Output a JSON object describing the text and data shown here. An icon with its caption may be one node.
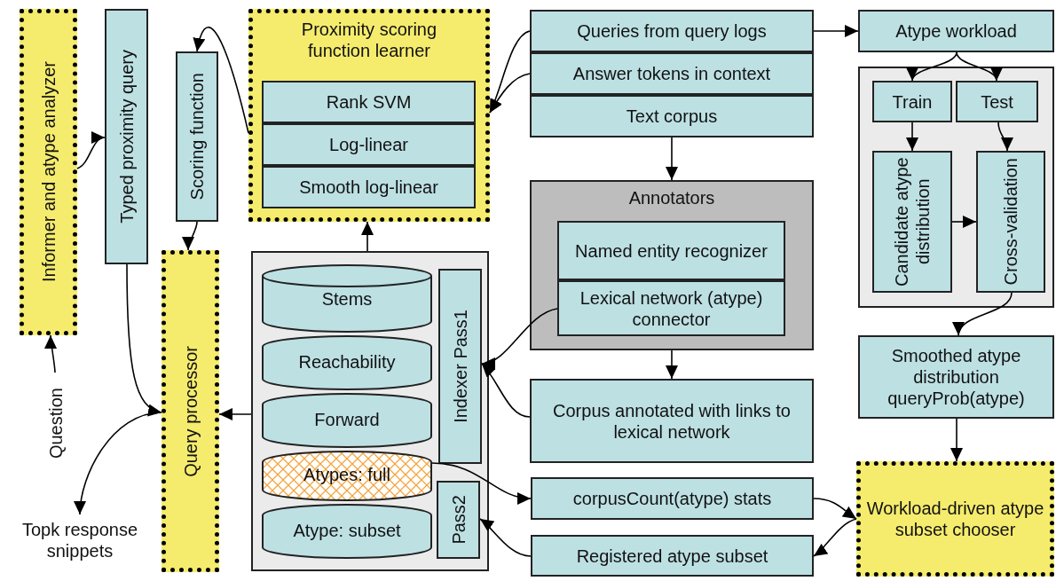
{
  "diagram": {
    "nodes": [
      {
        "text": [
          "Informer and atype analyzer"
        ]
      },
      {
        "text": [
          "Typed proximity query"
        ]
      },
      {
        "text": [
          "Scoring function"
        ]
      },
      {
        "text": [
          "Proximity scoring function learner"
        ]
      },
      {
        "text": [
          "Rank SVM"
        ],
        "in": 3
      },
      {
        "text": [
          "Log-linear"
        ],
        "in": 3
      },
      {
        "text": [
          "Smooth log-linear"
        ],
        "in": 3
      },
      {
        "text": [
          "Query processor"
        ]
      },
      {
        "text": [],
        "shape": "box"
      },
      {
        "text": [
          "Stems"
        ],
        "in": 8
      },
      {
        "text": [
          "Reachability"
        ],
        "in": 8
      },
      {
        "text": [
          "Forward"
        ],
        "in": 8
      },
      {
        "text": [
          "Atypes: full"
        ],
        "in": 8
      },
      {
        "text": [
          "Atype: subset"
        ],
        "in": 8
      },
      {
        "text": [
          "Indexer Pass1"
        ],
        "in": 8
      },
      {
        "text": [
          "Pass2"
        ],
        "in": 8
      },
      {
        "text": [
          "Queries from query logs"
        ]
      },
      {
        "text": [
          "Answer tokens in context"
        ]
      },
      {
        "text": [
          "Text corpus"
        ]
      },
      {
        "text": [
          "Annotators"
        ]
      },
      {
        "text": [
          "Named entity recognizer"
        ],
        "in": 19
      },
      {
        "text": [
          "Lexical network (atype) connector"
        ],
        "in": 19
      },
      {
        "text": [
          "Corpus annotated with links to lexical network"
        ]
      },
      {
        "text": [
          "corpusCount(atype) stats"
        ]
      },
      {
        "text": [
          "Registered atype subset"
        ]
      },
      {
        "text": [
          "Atype workload"
        ]
      },
      {
        "text": [],
        "shape": "box"
      },
      {
        "text": [
          "Train"
        ],
        "in": 26
      },
      {
        "text": [
          "Test"
        ],
        "in": 26
      },
      {
        "text": [
          "Candidate atype distribution"
        ],
        "in": 26
      },
      {
        "text": [
          "Cross-validation"
        ],
        "in": 26
      },
      {
        "text": [
          "Smoothed atype distribution queryProb(atype)"
        ]
      },
      {
        "text": [
          "Workload-driven atype subset chooser"
        ]
      },
      {
        "text": [
          "Question"
        ]
      },
      {
        "text": [
          "Topk response snippets"
        ]
      }
    ],
    "edges": [
      {
        "from": 0,
        "to": 1,
        "arrow": "to"
      },
      {
        "from": 3,
        "to": 2,
        "arrow": "to"
      },
      {
        "from": 2,
        "to": 7,
        "arrow": "to"
      },
      {
        "from": 1,
        "to": 7,
        "arrow": "to"
      },
      {
        "from": 7,
        "to": 34,
        "arrow": "to"
      },
      {
        "from": 33,
        "to": 0,
        "arrow": "to"
      },
      {
        "from": 8,
        "to": 7,
        "arrow": "to"
      },
      {
        "from": 8,
        "to": 3,
        "arrow": "to"
      },
      {
        "from": 16,
        "to": 3,
        "arrow": "to"
      },
      {
        "from": 17,
        "to": 3,
        "arrow": "to"
      },
      {
        "from": 16,
        "to": 25,
        "arrow": "to"
      },
      {
        "from": 18,
        "to": 19,
        "arrow": "to"
      },
      {
        "from": 19,
        "to": 22,
        "arrow": "to"
      },
      {
        "from": 21,
        "to": 14,
        "arrow": "to"
      },
      {
        "from": 22,
        "to": 14,
        "arrow": "to"
      },
      {
        "from": 12,
        "to": 23,
        "arrow": "to"
      },
      {
        "from": 24,
        "to": 15,
        "arrow": "to"
      },
      {
        "from": 23,
        "to": 32,
        "arrow": "to"
      },
      {
        "from": 32,
        "to": 24,
        "arrow": "to"
      },
      {
        "from": 25,
        "to": 27,
        "arrow": "to"
      },
      {
        "from": 25,
        "to": 28,
        "arrow": "to"
      },
      {
        "from": 27,
        "to": 29,
        "arrow": "to"
      },
      {
        "from": 28,
        "to": 30,
        "arrow": "to"
      },
      {
        "from": 29,
        "to": 30,
        "arrow": "to"
      },
      {
        "from": 30,
        "to": 31,
        "arrow": "to"
      },
      {
        "from": 31,
        "to": 32,
        "arrow": "to"
      }
    ]
  }
}
